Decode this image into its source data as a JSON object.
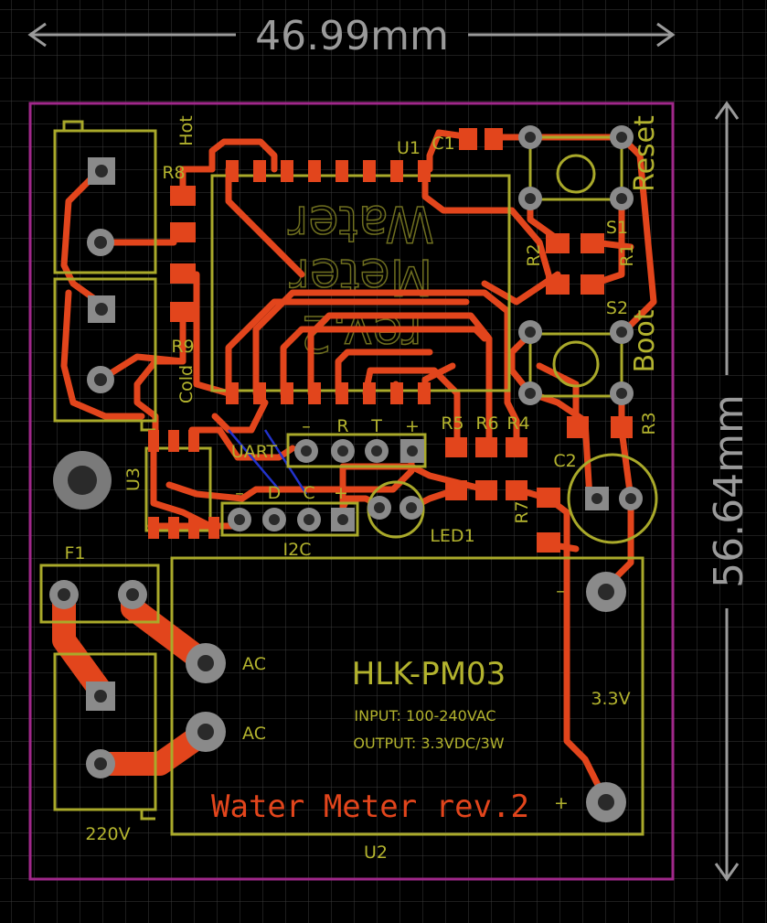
{
  "dimensions": {
    "width": "46.99mm",
    "height": "56.64mm"
  },
  "board_title": [
    "Water",
    "Meter",
    "rev.2"
  ],
  "board_label": "Water Meter rev.2",
  "labels": {
    "hot": "Hot",
    "cold": "Cold",
    "reset": "Reset",
    "boot": "Boot",
    "r8": "R8",
    "r9": "R9",
    "u1": "U1",
    "c1": "C1",
    "r1": "R1",
    "r2": "R2",
    "r3": "R3",
    "r4": "R4",
    "r5": "R5",
    "r6": "R6",
    "r7": "R7",
    "s1": "S1",
    "s2": "S2",
    "c2": "C2",
    "u3": "U3",
    "f1": "F1",
    "u2": "U2",
    "uart": "UART",
    "i2c": "I2C",
    "led1": "LED1",
    "uart_pins": [
      "–",
      "R",
      "T",
      "+"
    ],
    "i2c_pins": [
      "–",
      "D",
      "C",
      "+"
    ],
    "ac1": "AC",
    "ac2": "AC",
    "v220": "220V",
    "v33": "3.3V",
    "minus": "–",
    "plus": "+",
    "module": "HLK-PM03",
    "input": "INPUT: 100-240VAC",
    "output": "OUTPUT: 3.3VDC/3W"
  },
  "colors": {
    "copper": "#e2451c",
    "silk": "#a9a92a",
    "outline": "#a0288a",
    "grid": "#3a3a3a"
  }
}
